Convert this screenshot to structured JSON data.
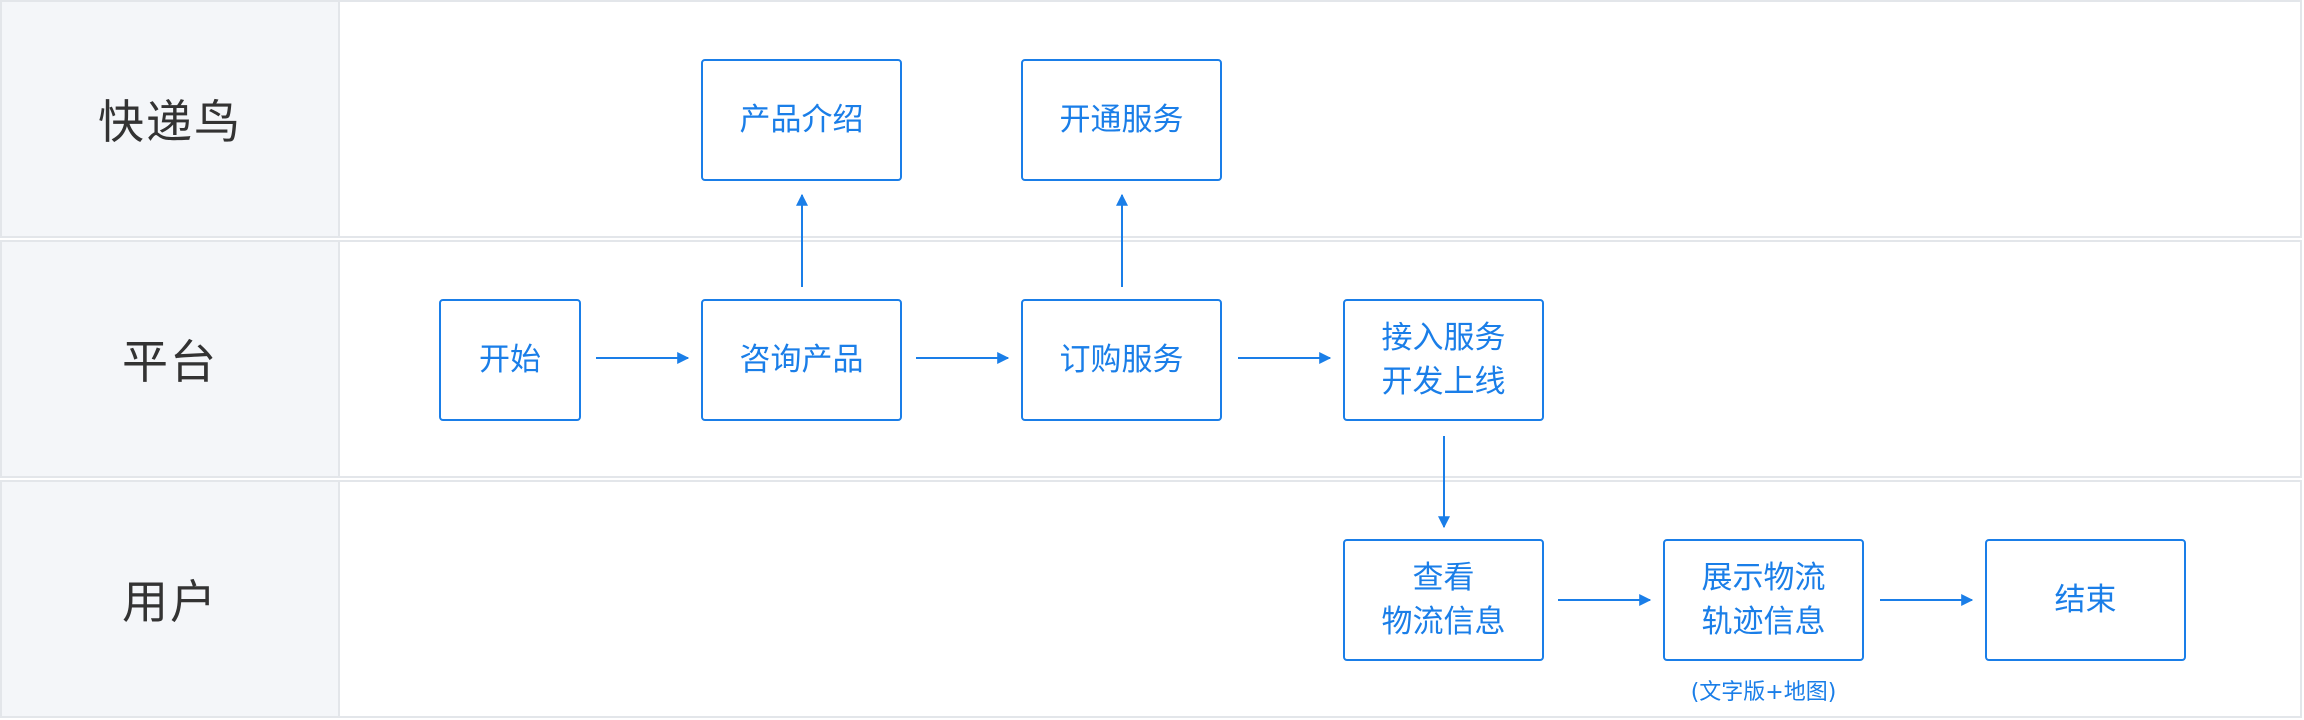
{
  "lanes": [
    {
      "label": "快递鸟"
    },
    {
      "label": "平台"
    },
    {
      "label": "用户"
    }
  ],
  "nodes": {
    "product_intro": {
      "lines": [
        "产品介绍"
      ]
    },
    "activate_service": {
      "lines": [
        "开通服务"
      ]
    },
    "start": {
      "lines": [
        "开始"
      ]
    },
    "consult_product": {
      "lines": [
        "咨询产品"
      ]
    },
    "order_service": {
      "lines": [
        "订购服务"
      ]
    },
    "integrate": {
      "lines": [
        "接入服务",
        "开发上线"
      ]
    },
    "view_logistics": {
      "lines": [
        "查看",
        "物流信息"
      ]
    },
    "show_tracking": {
      "lines": [
        "展示物流",
        "轨迹信息"
      ]
    },
    "end": {
      "lines": [
        "结束"
      ]
    }
  },
  "notes": {
    "show_tracking_note": "(文字版+地图)"
  },
  "colors": {
    "accent": "#1a7ee8",
    "lane_header_bg": "#f4f6f9",
    "lane_border": "#e3e6ea",
    "lane_label_text": "#333333"
  }
}
